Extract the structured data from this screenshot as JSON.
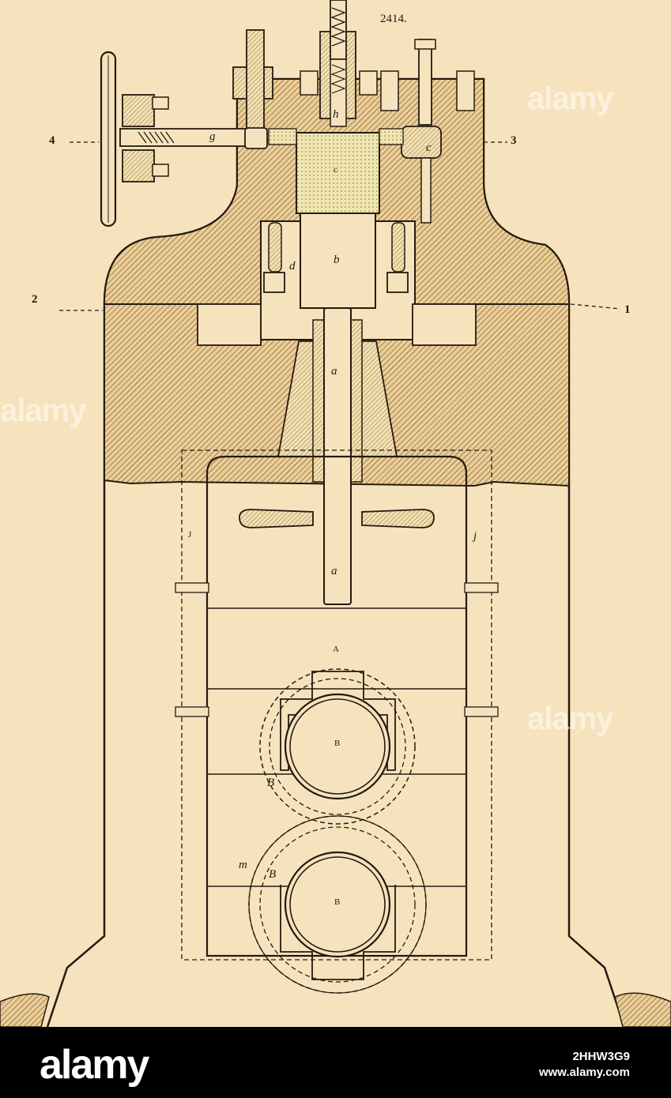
{
  "figure_number": "2414.",
  "labels": {
    "h": "h",
    "g": "g",
    "c_small": "c",
    "c_cap": "c",
    "b": "b",
    "d": "d",
    "a_upper": "a",
    "a_lower": "a",
    "j_left": "J",
    "j_right": "j",
    "A": "A",
    "B_upper": "B",
    "B_lower": "B",
    "beta_upper": "B",
    "beta_lower": "B",
    "m": "m"
  },
  "section_marks": {
    "left_top": "4",
    "right_top": "3",
    "left_mid": "2",
    "right_mid": "1"
  },
  "watermarks": [
    "alamy",
    "alamy",
    "alamy"
  ],
  "footer": {
    "logo": "alamy",
    "image_id": "2HHW3G9",
    "site": "www.alamy.com"
  },
  "colors": {
    "paper": "#f6e3bd",
    "ink": "#241a10",
    "liquid": "#f0e6b0",
    "footer": "#000000"
  }
}
